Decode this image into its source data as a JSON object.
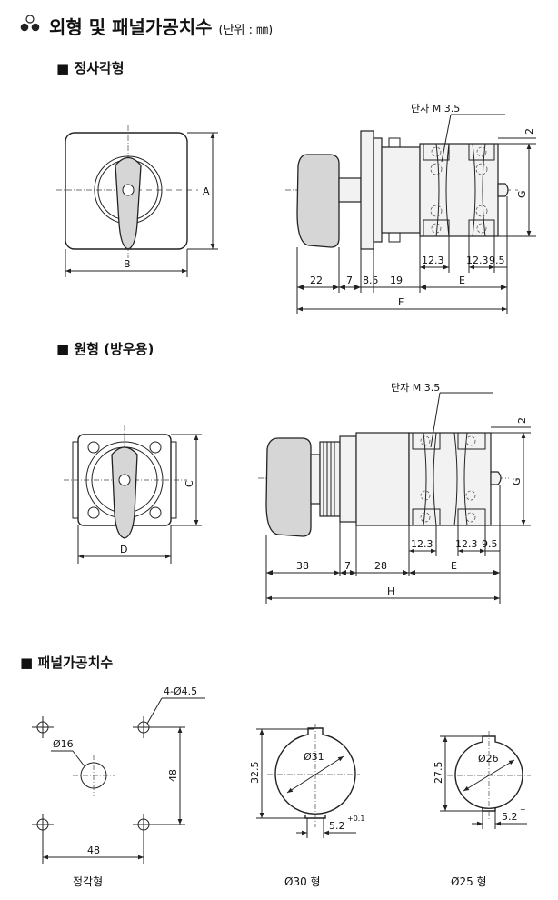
{
  "header": {
    "title": "외형 및 패널가공치수",
    "unit": "(단위 : ㎜)"
  },
  "sections": {
    "square": "■ 정사각형",
    "round": "■ 원형 (방우용)",
    "panel": "■ 패널가공치수"
  },
  "square_view": {
    "terminal": "단자 M 3.5",
    "dims": {
      "A": "A",
      "B": "B",
      "E": "E",
      "F": "F",
      "G": "G",
      "d2": "2",
      "d22": "22",
      "d7": "7",
      "d85": "8.5",
      "d19": "19",
      "d123a": "12.3",
      "d123b": "12.3",
      "d95": "9.5"
    }
  },
  "round_view": {
    "terminal": "단자 M 3.5",
    "dims": {
      "C": "C",
      "D": "D",
      "E": "E",
      "H": "H",
      "G": "G",
      "d2": "2",
      "d38": "38",
      "d7": "7",
      "d28": "28",
      "d123a": "12.3",
      "d123b": "12.3",
      "d95": "9.5"
    }
  },
  "panel_cut": {
    "square": {
      "holes": "4-Ø4.5",
      "center": "Ø16",
      "v48": "48",
      "h48": "48",
      "caption": "정각형"
    },
    "r30": {
      "dia": "Ø31",
      "height": "32.5",
      "key": "5.2",
      "tol": "+0.1",
      "caption": "Ø30 형"
    },
    "r25": {
      "dia": "Ø26",
      "height": "27.5",
      "key": "5.2",
      "tol": "+",
      "caption": "Ø25 형"
    }
  }
}
